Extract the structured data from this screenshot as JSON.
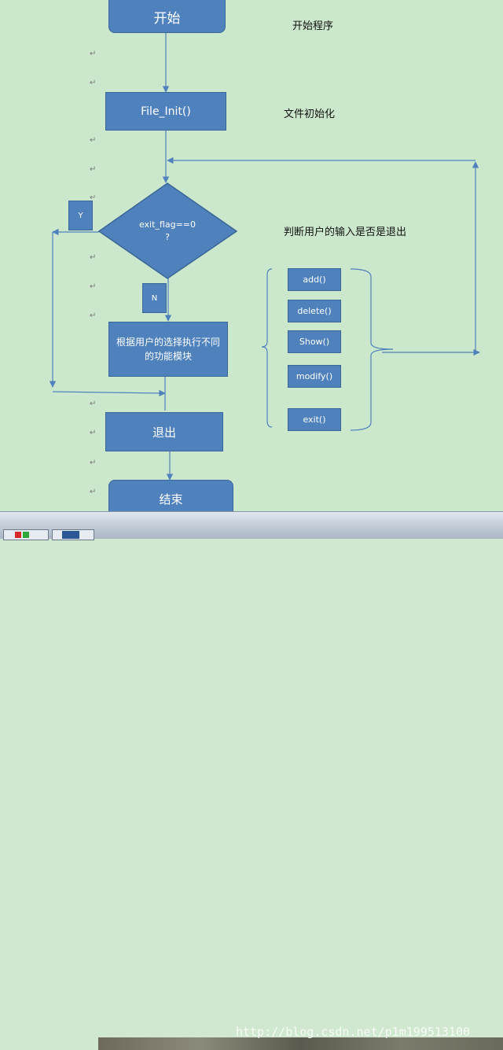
{
  "nodes": {
    "start": "开始",
    "file_init": "File_Init()",
    "decision_line1": "exit_flag==0",
    "decision_line2": "?",
    "yes": "Y",
    "no": "N",
    "process": "根据用户的选择执行不同的功能模块",
    "quit": "退出",
    "end": "结束",
    "functions": [
      "add()",
      "delete()",
      "Show()",
      "modify()",
      "exit()"
    ]
  },
  "annotations": {
    "start": "开始程序",
    "init": "文件初始化",
    "decision": "判断用户的输入是否是退出"
  },
  "paragraph_mark": "↵",
  "watermark": "http://blog.csdn.net/p1m199513100",
  "colors": {
    "node_fill": "#4f81bd",
    "node_border": "#3a6797",
    "connector": "#4f81bd",
    "background": "#cce8cc"
  }
}
